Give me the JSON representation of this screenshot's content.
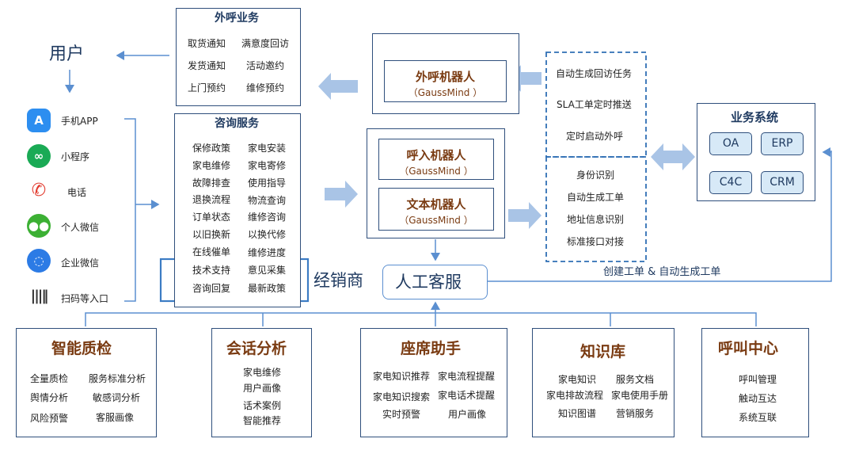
{
  "user_label": "用户",
  "channels": [
    {
      "label": "手机APP",
      "icon": "app-store-icon",
      "color": "#2d8ef0"
    },
    {
      "label": "小程序",
      "icon": "mini-program-icon",
      "color": "#1aaa55"
    },
    {
      "label": "电话",
      "icon": "phone-icon",
      "color": "#e23b2f"
    },
    {
      "label": "个人微信",
      "icon": "wechat-icon",
      "color": "#3cb034"
    },
    {
      "label": "企业微信",
      "icon": "wecom-icon",
      "color": "#2c7be5"
    },
    {
      "label": "扫码等入口",
      "icon": "barcode-scan-icon",
      "color": "#333333"
    }
  ],
  "outbound": {
    "title": "外呼业务",
    "items": [
      "取货通知",
      "满意度回访",
      "发货通知",
      "活动邀约",
      "上门预约",
      "维修预约"
    ]
  },
  "consult": {
    "title": "咨询服务",
    "items": [
      "保修政策",
      "家电安装",
      "家电维修",
      "家电寄修",
      "故障排查",
      "使用指导",
      "退换流程",
      "物流查询",
      "订单状态",
      "维修咨询",
      "以旧换新",
      "以换代修",
      "在线催单",
      "维修进度",
      "技术支持",
      "意见采集",
      "咨询回复",
      "最新政策"
    ]
  },
  "robots": {
    "outbound": {
      "name": "外呼机器人",
      "sub": "（GaussMind ）"
    },
    "inbound": {
      "name": "呼入机器人",
      "sub": "（GaussMind ）"
    },
    "text": {
      "name": "文本机器人",
      "sub": "（GaussMind ）"
    }
  },
  "automation_top": [
    "自动生成回访任务",
    "SLA工单定时推送",
    "定时启动外呼"
  ],
  "automation_bottom": [
    "身份识别",
    "自动生成工单",
    "地址信息识别",
    "标准接口对接"
  ],
  "business_system": {
    "title": "业务系统",
    "items": [
      "OA",
      "ERP",
      "C4C",
      "CRM"
    ]
  },
  "dealer_label": "经销商",
  "human_service_label": "人工客服",
  "ticket_note": "创建工单 & 自动生成工单",
  "modules": [
    {
      "title": "智能质检",
      "items": [
        "全量质检",
        "服务标准分析",
        "舆情分析",
        "敏感词分析",
        "风险预警",
        "客服画像"
      ]
    },
    {
      "title": "会话分析",
      "items": [
        "家电维修",
        "用户画像",
        "话术案例",
        "智能推荐"
      ]
    },
    {
      "title": "座席助手",
      "items": [
        "家电知识推荐",
        "家电流程提醒",
        "家电知识搜索",
        "家电话术提醒",
        "实时预警",
        "用户画像"
      ]
    },
    {
      "title": "知识库",
      "items": [
        "家电知识",
        "服务文档",
        "家电排故流程",
        "家电使用手册",
        "知识图谱",
        "营销服务"
      ]
    },
    {
      "title": "呼叫中心",
      "items": [
        "呼叫管理",
        "触动互达",
        "系统互联"
      ]
    }
  ],
  "colors": {
    "border": "#2f4f7c",
    "arrow": "#7ea6d6",
    "line": "#5b8fd0",
    "title_orange": "#7a3b12"
  }
}
